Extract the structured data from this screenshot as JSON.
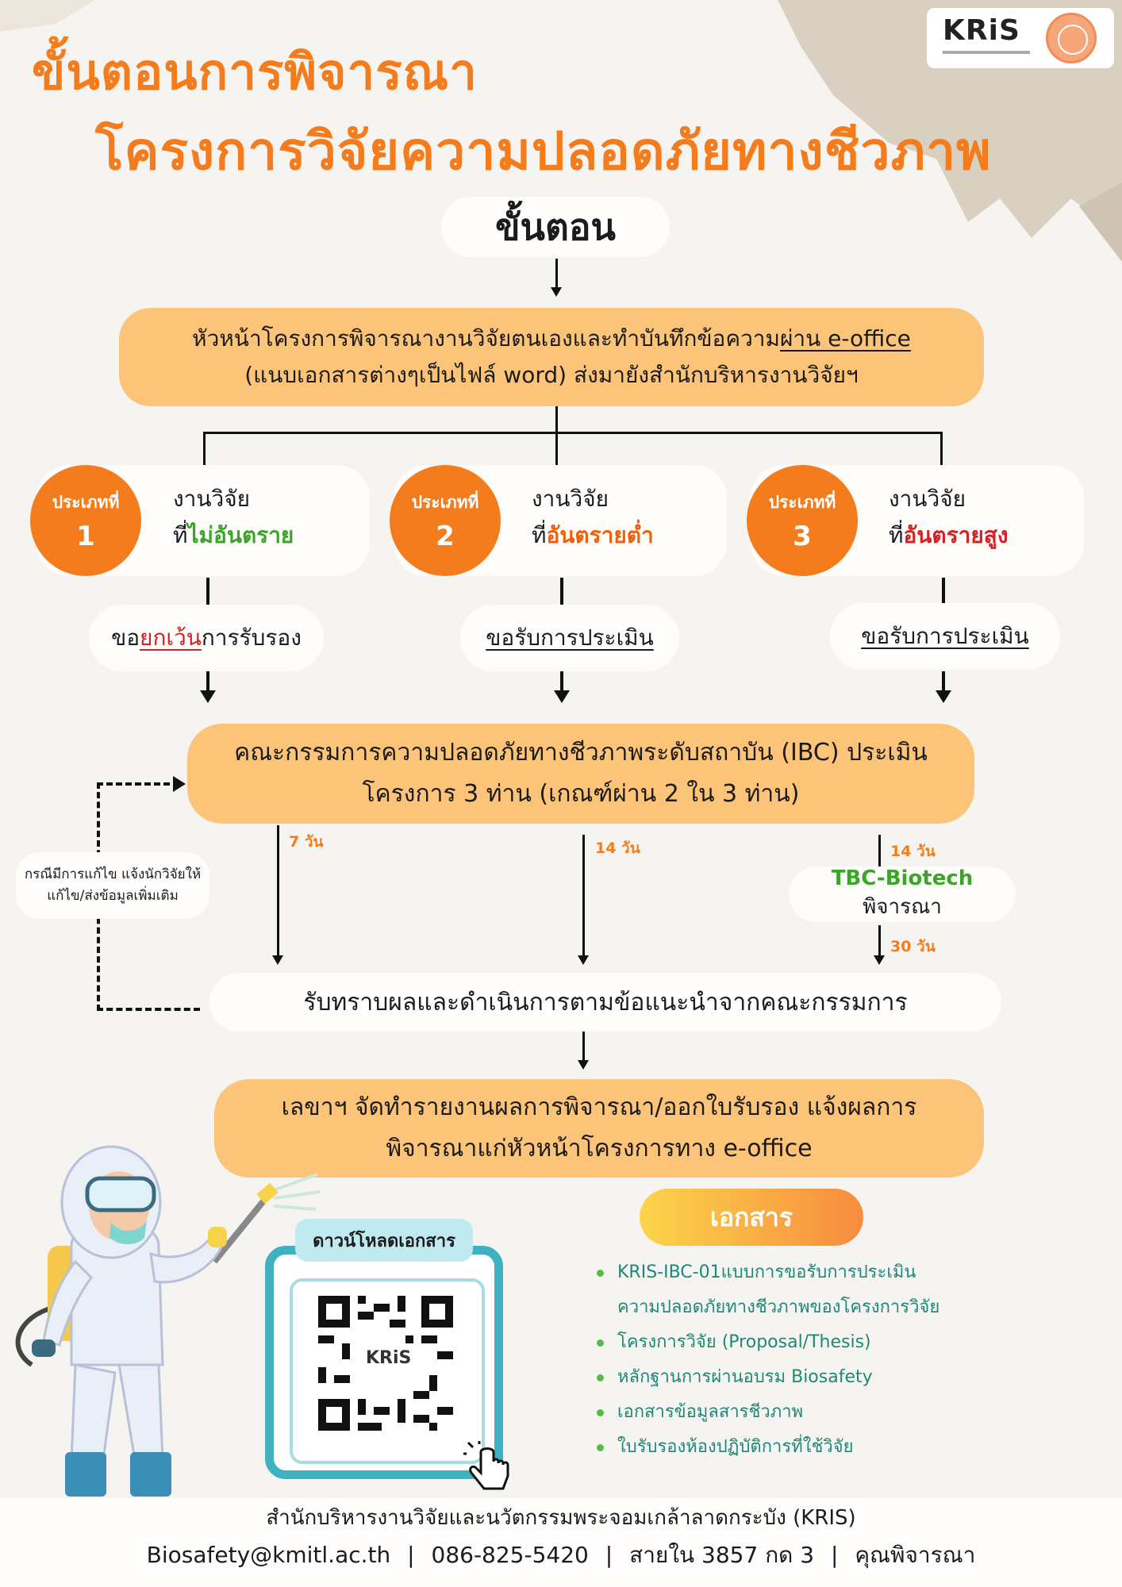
{
  "colors": {
    "accent_orange": "#f47c1c",
    "box_orange": "#fbc478",
    "teal": "#3fb1c0",
    "green": "#3aa527",
    "red": "#d42222"
  },
  "logo": {
    "text": "KRiS"
  },
  "title": {
    "line1": "ขั้นตอนการพิจารณา",
    "line2": "โครงการวิจัยความปลอดภัยทางชีวภาพ"
  },
  "steps_heading": "ขั้นตอน",
  "step1": {
    "line1_pre": "หัวหน้าโครงการพิจารณางานวิจัยตนเองและทำบันทึกข้อความ",
    "line1_link": "ผ่าน e-office",
    "line2": "(แนบเอกสารต่างๆเป็นไฟล์ word) ส่งมายังสำนักบริหารงานวิจัยฯ"
  },
  "types": [
    {
      "label": "ประเภทที่",
      "number": "1",
      "line1": "งานวิจัย",
      "line2_pre": "ที่",
      "line2_hl": "ไม่อันตราย",
      "action_pre": "ขอ",
      "action_hl": "ยกเว้น",
      "action_post": "การรับรอง"
    },
    {
      "label": "ประเภทที่",
      "number": "2",
      "line1": "งานวิจัย",
      "line2_pre": "ที่",
      "line2_hl": "อันตรายต่ำ",
      "action": "ขอรับการประเมิน"
    },
    {
      "label": "ประเภทที่",
      "number": "3",
      "line1": "งานวิจัย",
      "line2_pre": "ที่",
      "line2_hl": "อันตรายสูง",
      "action": "ขอรับการประเมิน"
    }
  ],
  "ibc": {
    "line1": "คณะกรรมการความปลอดภัยทางชีวภาพระดับสถาบัน (IBC) ประเมิน",
    "line2": "โครงการ 3 ท่าน (เกณฑ์ผ่าน 2 ใน 3 ท่าน)"
  },
  "durations": {
    "type1": "7 วัน",
    "type2": "14 วัน",
    "type3_a": "14 วัน",
    "type3_b": "30 วัน"
  },
  "tbc": {
    "name": "TBC-Biotech",
    "action": "พิจารณา"
  },
  "revision_note": {
    "line1": "กรณีมีการแก้ไข แจ้งนักวิจัยให้",
    "line2": "แก้ไข/ส่งข้อมูลเพิ่มเติม"
  },
  "acknowledge": "รับทราบผลและดำเนินการตามข้อแนะนำจากคณะกรรมการ",
  "final": {
    "line1": "เลขาฯ จัดทำรายงานผลการพิจารณา/ออกใบรับรอง แจ้งผลการ",
    "line2": "พิจารณาแก่หัวหน้าโครงการทาง e-office"
  },
  "download": {
    "label": "ดาวน์โหลดเอกสาร",
    "qr_center": "KRiS"
  },
  "documents": {
    "heading": "เอกสาร",
    "items": [
      {
        "line1": "KRIS-IBC-01แบบการขอรับการประเมิน",
        "line2": "ความปลอดภัยทางชีวภาพของโครงการวิจัย"
      },
      {
        "line1": "โครงการวิจัย (Proposal/Thesis)"
      },
      {
        "line1": "หลักฐานการผ่านอบรม Biosafety"
      },
      {
        "line1": "เอกสารข้อมูลสารชีวภาพ"
      },
      {
        "line1": "ใบรับรองห้องปฏิบัติการที่ใช้วิจัย"
      }
    ]
  },
  "footer": {
    "line1": "สำนักบริหารงานวิจัยและนวัตกรรมพระจอมเกล้าลาดกระบัง (KRIS)",
    "email": "Biosafety@kmitl.ac.th",
    "phone": "086-825-5420",
    "ext": "สายใน 3857 กด 3",
    "contact": "คุณพิจารณา",
    "sep": "|"
  }
}
